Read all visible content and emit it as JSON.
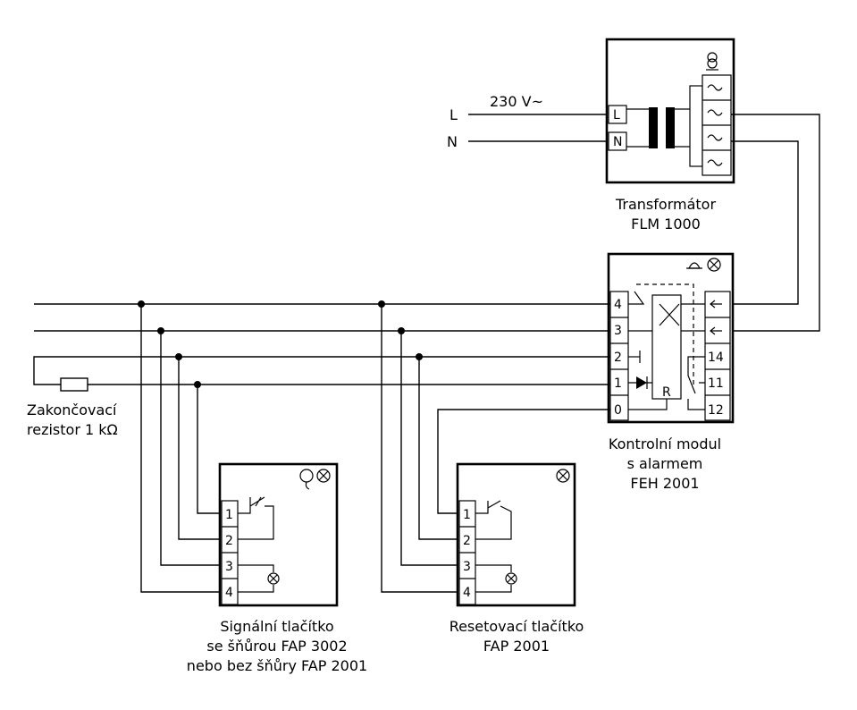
{
  "supply": {
    "voltage": "230 V~",
    "line_l": "L",
    "line_n": "N"
  },
  "transformer": {
    "name_line1": "Transformátor",
    "name_line2": "FLM 1000",
    "term_l": "L",
    "term_n": "N"
  },
  "control_module": {
    "name_line1": "Kontrolní modul",
    "name_line2": "s alarmem",
    "name_line3": "FEH 2001",
    "left_terminals": [
      "4",
      "3",
      "2",
      "1",
      "0"
    ],
    "right_terminals": [
      "14",
      "11",
      "12"
    ],
    "relay_label": "R"
  },
  "resistor": {
    "label_line1": "Zakončovací",
    "label_line2": "rezistor 1 kΩ"
  },
  "signal_button": {
    "name_line1": "Signální tlačítko",
    "name_line2": "se šňůrou FAP 3002",
    "name_line3": "nebo bez šňůry FAP 2001",
    "terminals": [
      "1",
      "2",
      "3",
      "4"
    ]
  },
  "reset_button": {
    "name_line1": "Resetovací tlačítko",
    "name_line2": "FAP 2001",
    "terminals": [
      "1",
      "2",
      "3",
      "4"
    ]
  }
}
